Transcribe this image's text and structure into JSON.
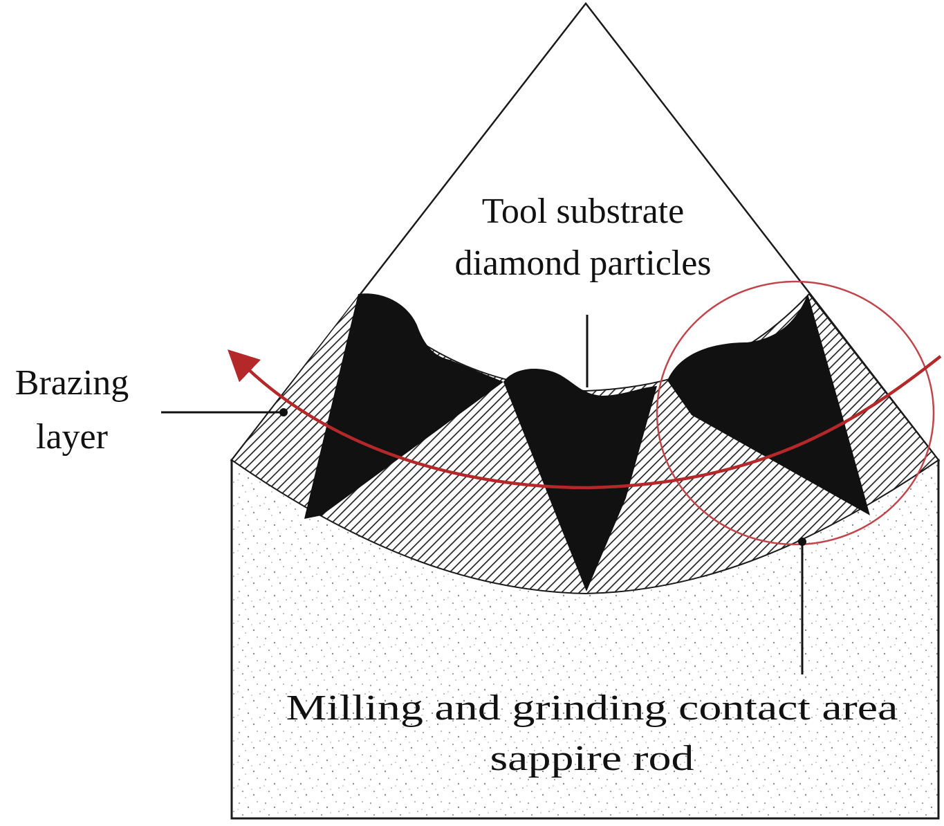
{
  "labels": {
    "tool_substrate_line1": "Tool substrate",
    "tool_substrate_line2": "diamond particles",
    "brazing_line1": "Brazing",
    "brazing_line2": "layer",
    "contact_line1": "Milling and grinding contact area",
    "contact_line2": "sappire rod"
  },
  "colors": {
    "outline": "#1a1a1a",
    "diamond_fill": "#111111",
    "hatch": "#222222",
    "accent_red": "#b5282a",
    "circle_red": "#c0454a",
    "stipple": "#9a9a9a"
  }
}
